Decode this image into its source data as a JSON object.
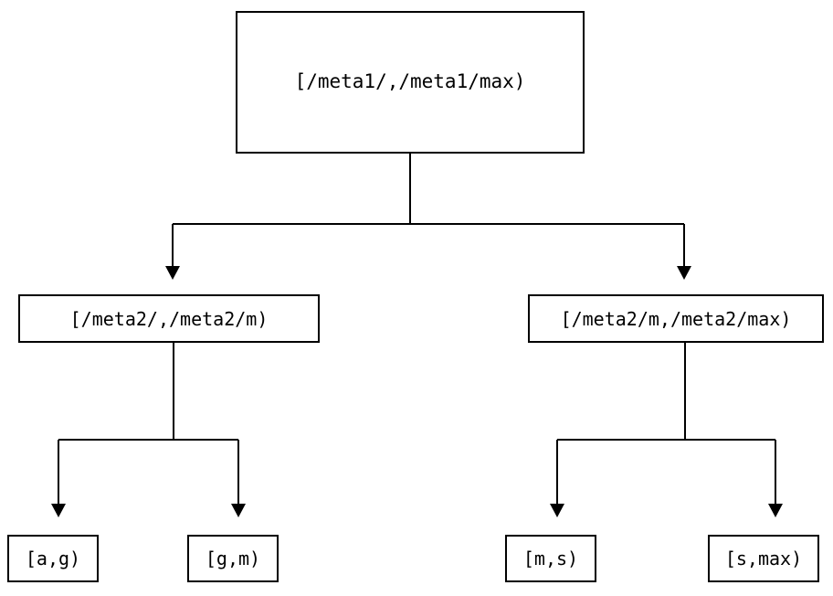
{
  "diagram": {
    "type": "tree",
    "orientation": "top-down",
    "background_color": "#ffffff",
    "line_color": "#000000",
    "text_color": "#000000",
    "nodes": {
      "root": {
        "label": "[/meta1/,/meta1/max)"
      },
      "level2": [
        {
          "label": "[/meta2/,/meta2/m)"
        },
        {
          "label": "[/meta2/m,/meta2/max)"
        }
      ],
      "leaves": [
        {
          "label": "[a,g)"
        },
        {
          "label": "[g,m)"
        },
        {
          "label": "[m,s)"
        },
        {
          "label": "[s,max)"
        }
      ]
    }
  }
}
